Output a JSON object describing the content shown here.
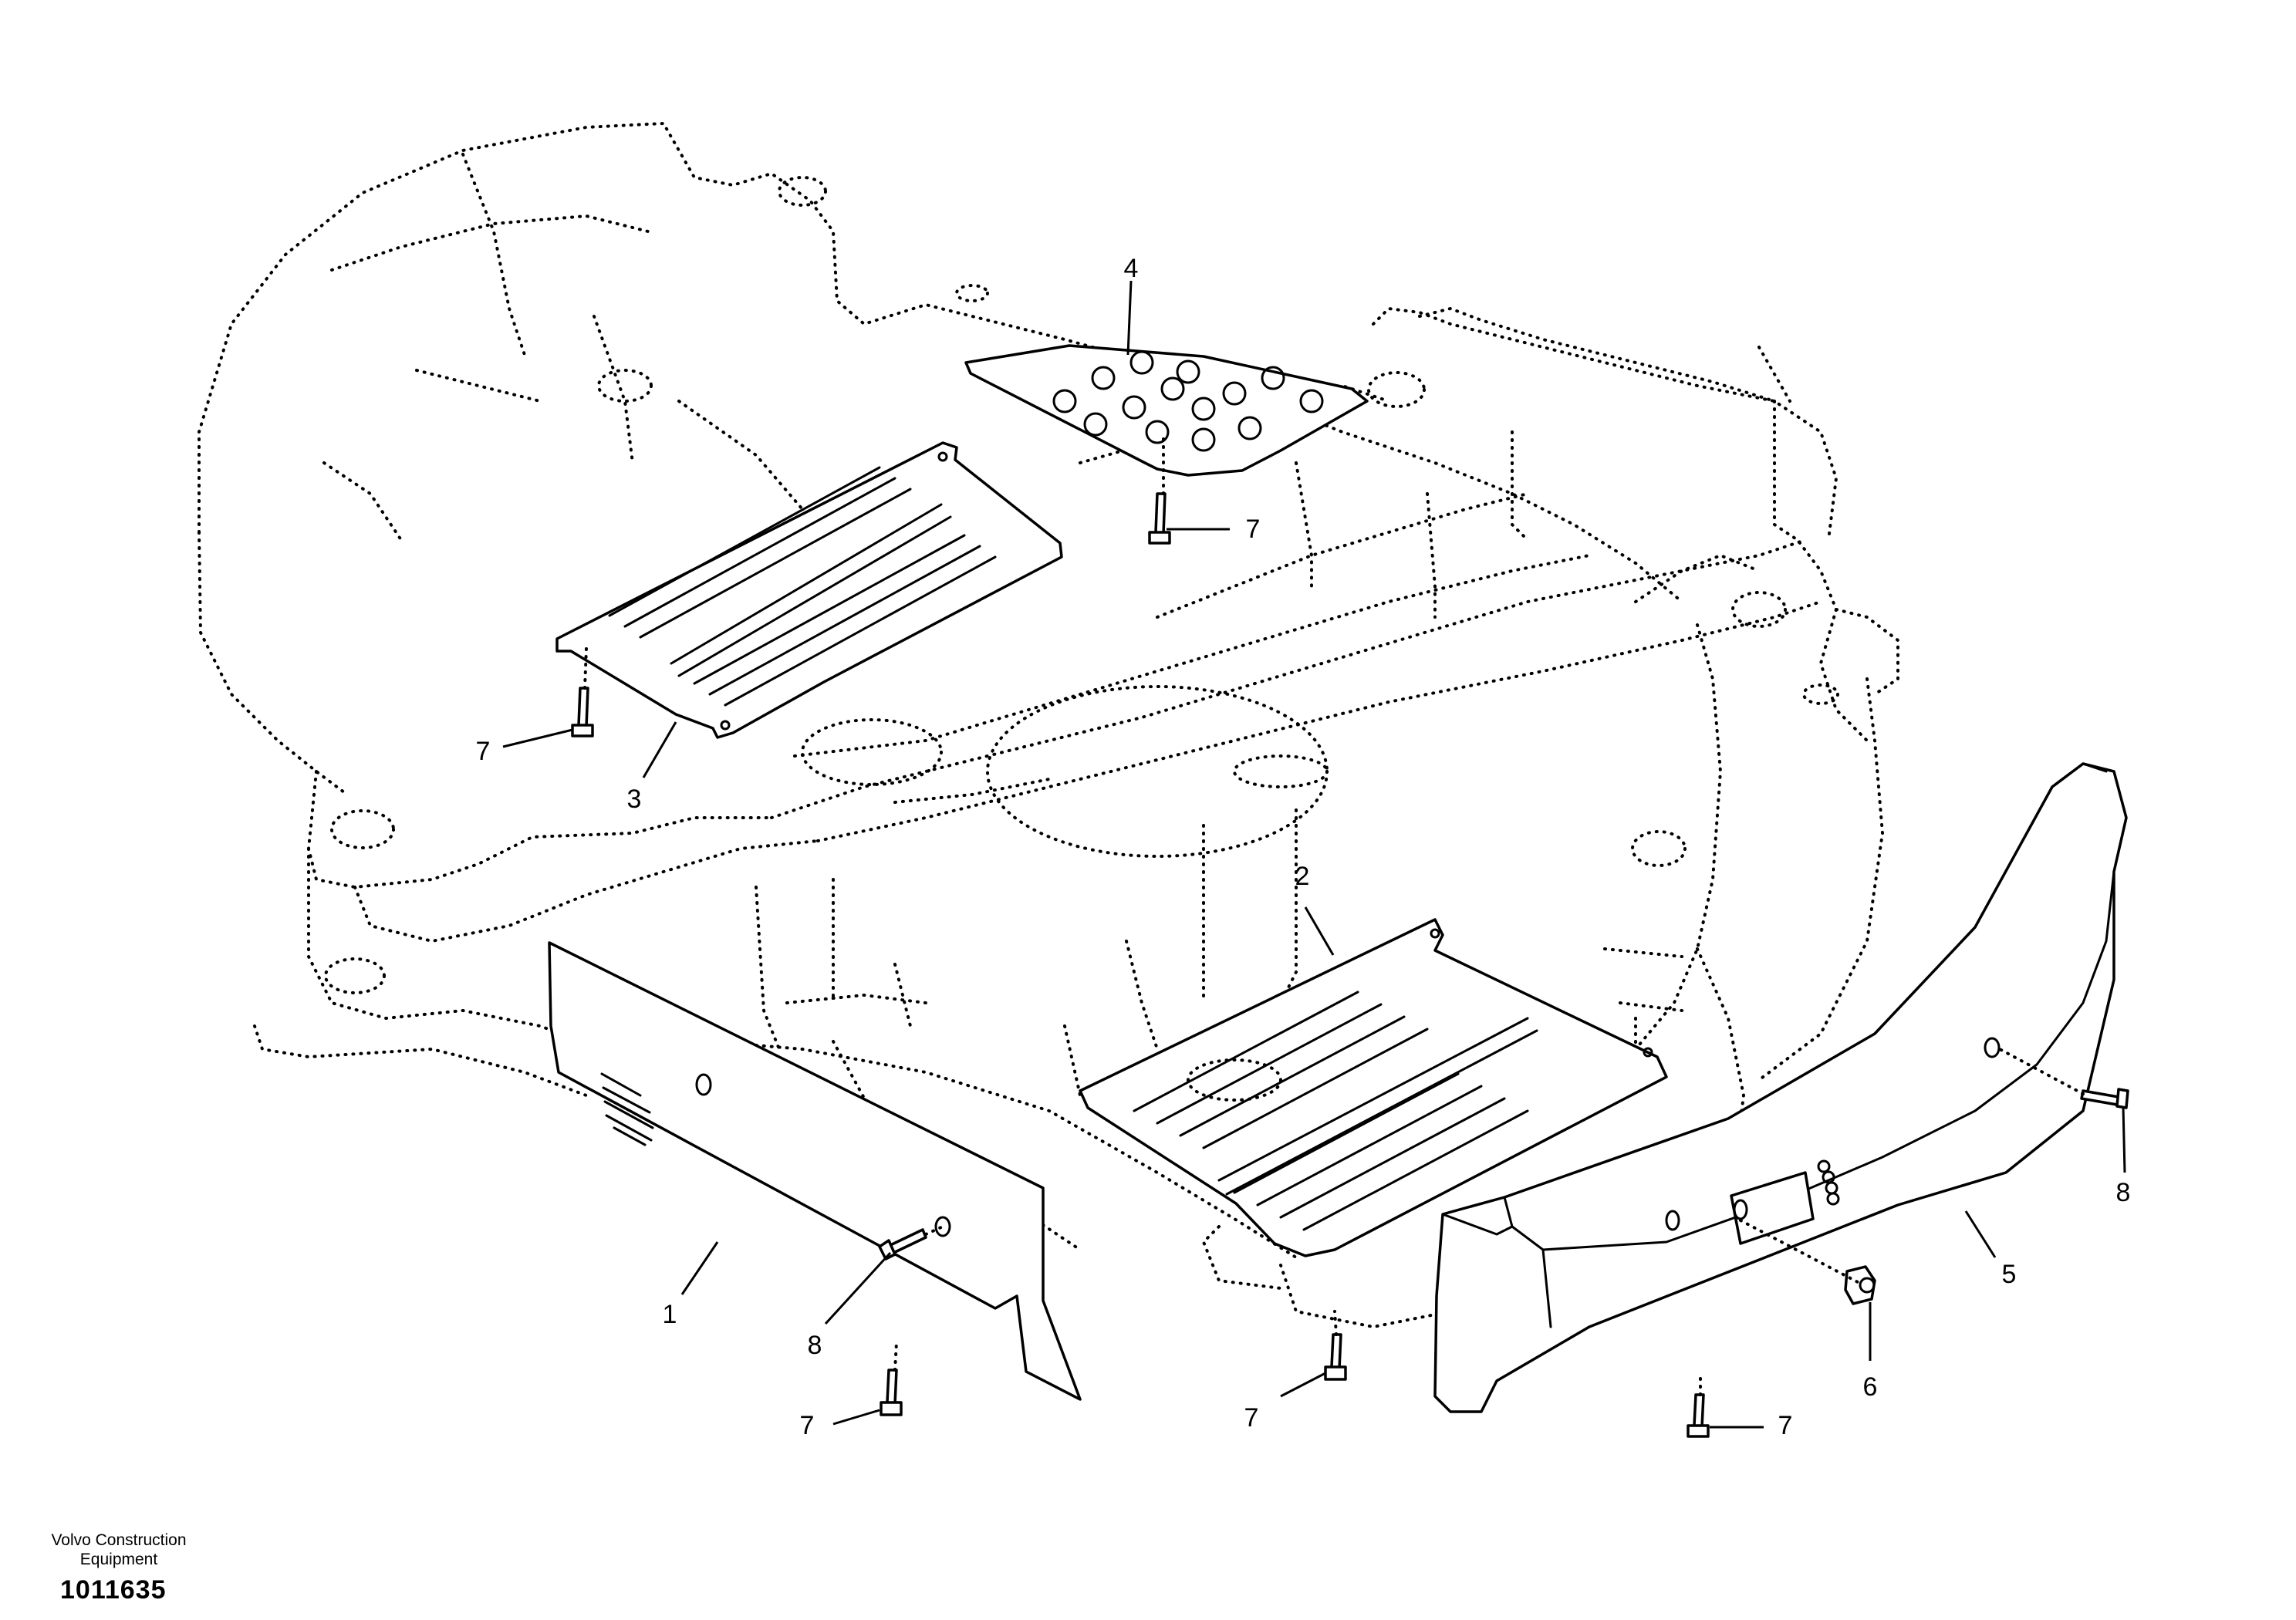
{
  "callouts": [
    "1",
    "2",
    "3",
    "4",
    "5",
    "6",
    "7",
    "8"
  ],
  "footer": {
    "company_line1": "Volvo Construction",
    "company_line2": "Equipment",
    "drawing_number": "1011635"
  }
}
